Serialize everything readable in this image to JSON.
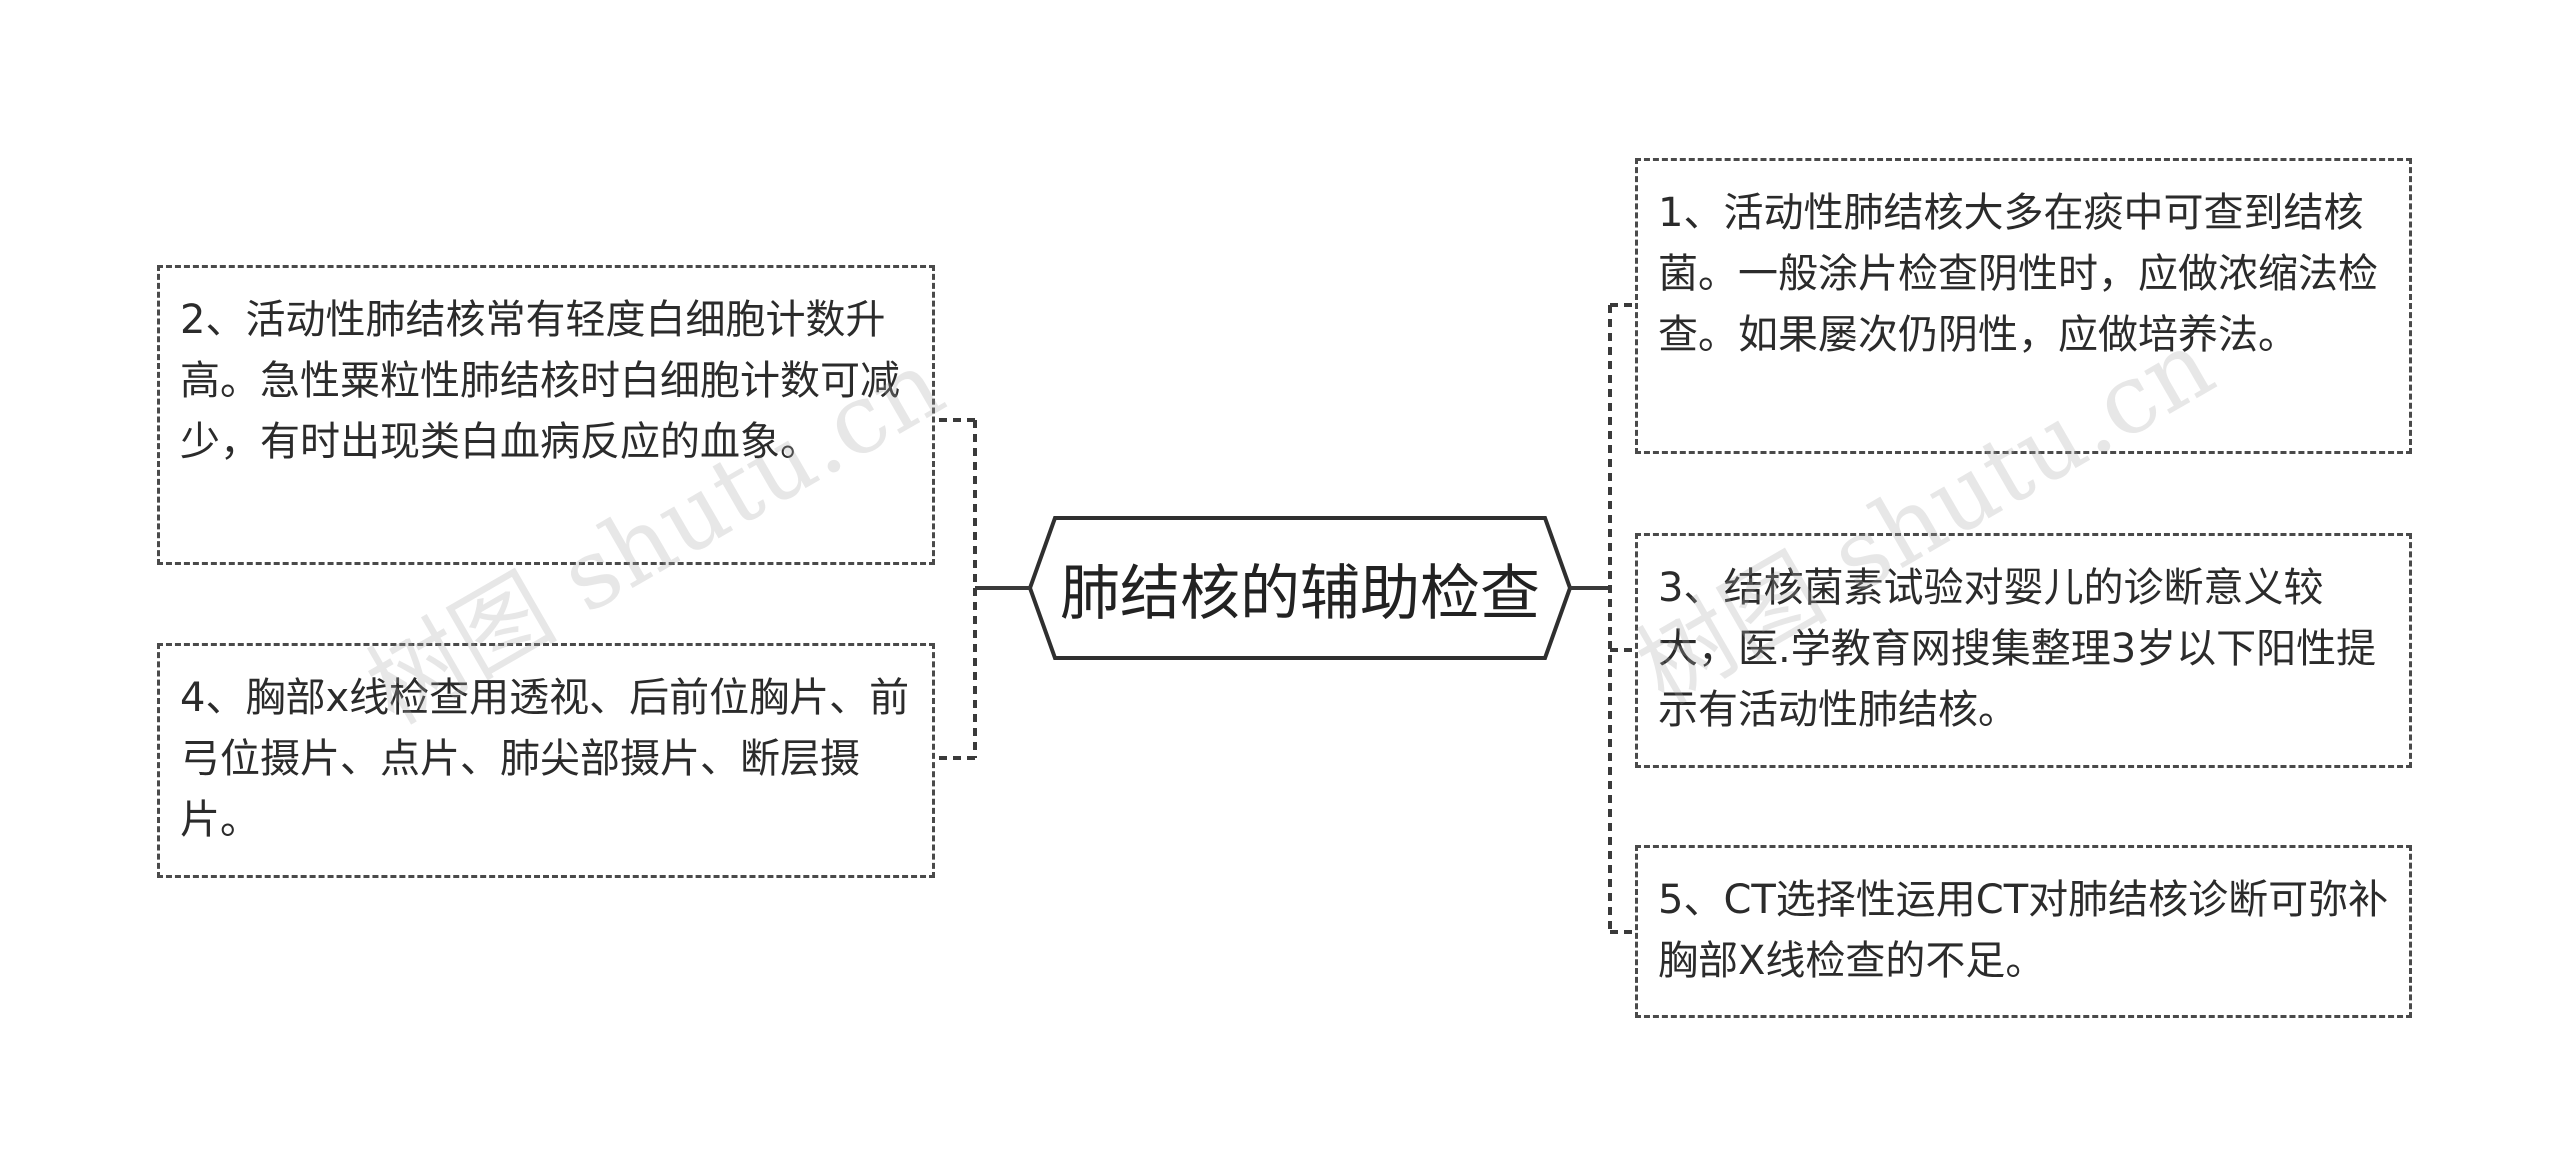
{
  "center": {
    "title": "肺结核的辅助检查"
  },
  "nodes": {
    "n1": "1、活动性肺结核大多在痰中可查到结核菌。一般涂片检查阴性时，应做浓缩法检查。如果屡次仍阴性，应做培养法。",
    "n2": "2、活动性肺结核常有轻度白细胞计数升高。急性粟粒性肺结核时白细胞计数可减少，有时出现类白血病反应的血象。",
    "n3": "3、结核菌素试验对婴儿的诊断意义较大，医.学教育网搜集整理3岁以下阳性提示有活动性肺结核。",
    "n4": "4、胸部x线检查用透视、后前位胸片、前弓位摄片、点片、肺尖部摄片、断层摄片。",
    "n5": "5、CT选择性运用CT对肺结核诊断可弥补胸部X线检查的不足。"
  },
  "watermarks": {
    "left": "树图 shutu.cn",
    "right": "树图 shutu.cn"
  },
  "colors": {
    "line": "#3a3a3a",
    "text": "#2b2b2b",
    "border": "#4a4a4a"
  }
}
